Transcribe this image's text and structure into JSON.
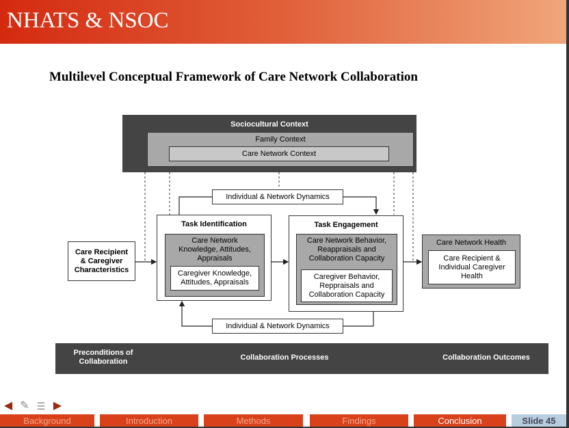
{
  "header": {
    "title": "NHATS & NSOC"
  },
  "slide_title": "Multilevel Conceptual Framework of Care Network Collaboration",
  "diagram": {
    "sociocultural": "Sociocultural Context",
    "family": "Family Context",
    "care_network_context": "Care Network Context",
    "dynamics_top": "Individual & Network Dynamics",
    "dynamics_bottom": "Individual & Network Dynamics",
    "characteristics": "Care Recipient & Caregiver Characteristics",
    "task_identification": {
      "title": "Task Identification",
      "network": "Care Network Knowledge, Attitudes, Appraisals",
      "caregiver": "Caregiver Knowledge, Attitudes, Appraisals"
    },
    "task_engagement": {
      "title": "Task Engagement",
      "network": "Care Network Behavior, Reappraisals and Collaboration Capacity",
      "caregiver": "Caregiver Behavior, Reppraisals and Collaboration Capacity"
    },
    "health": {
      "title": "Care Network Health",
      "inner": "Care Recipient & Individual Caregiver Health"
    },
    "footer": {
      "preconditions": "Preconditions of Collaboration",
      "processes": "Collaboration Processes",
      "outcomes": "Collaboration Outcomes"
    }
  },
  "nav": {
    "tabs": [
      "Background",
      "Introduction",
      "Methods",
      "Findings",
      "Conclusion"
    ],
    "active": "Conclusion",
    "slide": "Slide 45"
  },
  "colors": {
    "nav": "#d9411a",
    "slide_badge": "#b8cde0"
  }
}
